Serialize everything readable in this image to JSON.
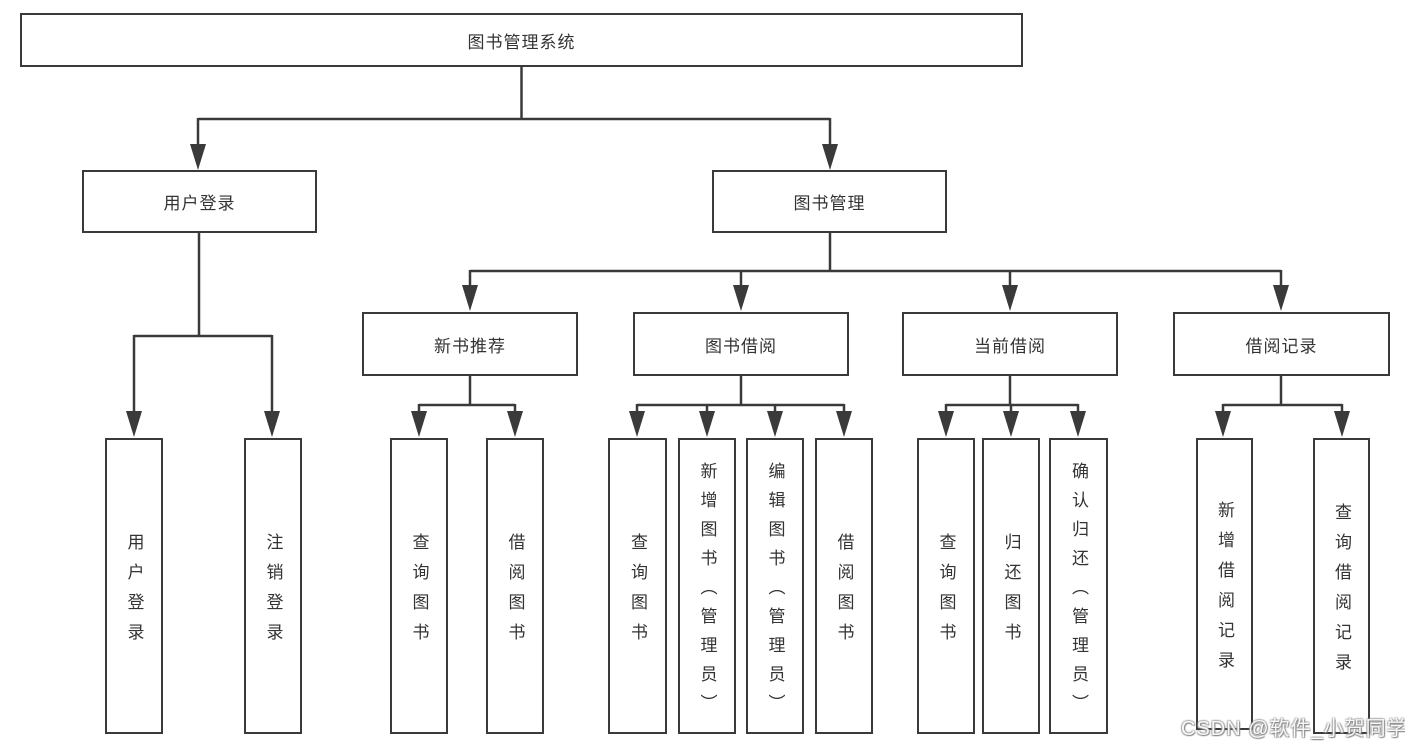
{
  "nodes": {
    "root": {
      "label": "图书管理系统"
    },
    "user_login": {
      "label": "用户登录"
    },
    "book_management": {
      "label": "图书管理"
    },
    "new_book_recommend": {
      "label": "新书推荐"
    },
    "book_borrow": {
      "label": "图书借阅"
    },
    "current_borrow": {
      "label": "当前借阅"
    },
    "borrow_records": {
      "label": "借阅记录"
    },
    "leaf_user_login": {
      "label": "用户登录"
    },
    "leaf_logout": {
      "label": "注销登录"
    },
    "leaf_query_books_1": {
      "label": "查询图书"
    },
    "leaf_borrow_books_1": {
      "label": "借阅图书"
    },
    "leaf_query_books_2": {
      "label": "查询图书"
    },
    "leaf_add_books_admin": {
      "label": "新增图书（管理员）"
    },
    "leaf_edit_books_admin": {
      "label": "编辑图书（管理员）"
    },
    "leaf_borrow_books_2": {
      "label": "借阅图书"
    },
    "leaf_query_books_3": {
      "label": "查询图书"
    },
    "leaf_return_books": {
      "label": "归还图书"
    },
    "leaf_confirm_return_admin": {
      "label": "确认归还（管理员）"
    },
    "leaf_add_borrow_record": {
      "label": "新增借阅记录"
    },
    "leaf_query_borrow_record": {
      "label": "查询借阅记录"
    }
  },
  "watermark": {
    "text": "CSDN @软件_小贺同学"
  },
  "colors": {
    "line": "#3a3a3a",
    "box_border": "#3a3a3a",
    "text": "#333333",
    "background": "#ffffff"
  }
}
